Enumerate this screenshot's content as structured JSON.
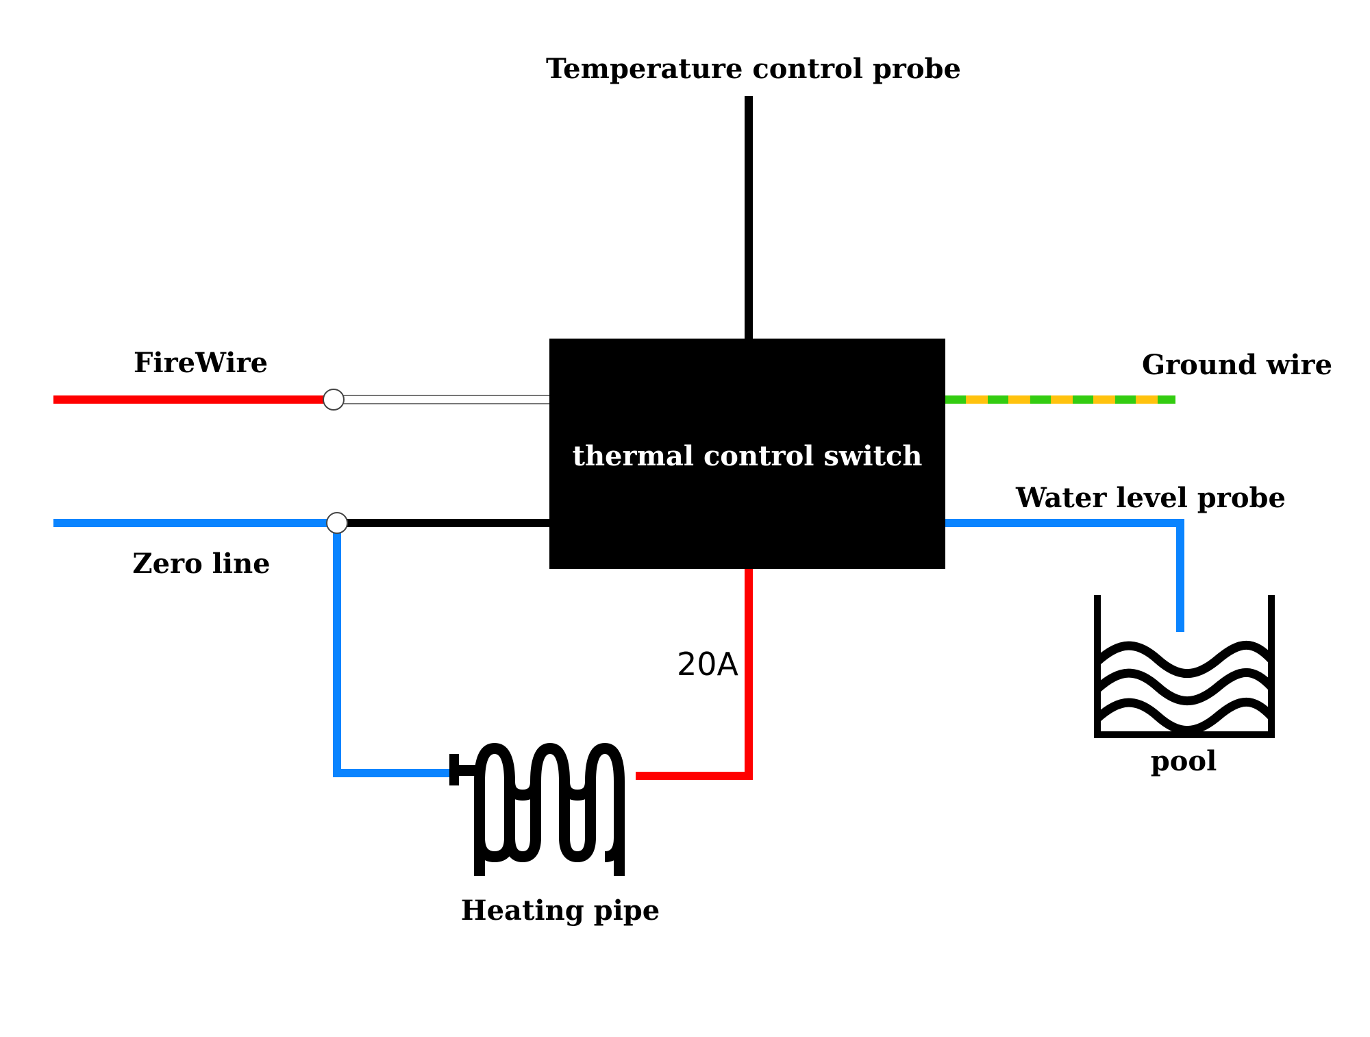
{
  "diagram": {
    "title": "Thermal control switch wiring diagram",
    "labels": {
      "temperature_probe": "Temperature control probe",
      "firewire": "FireWire",
      "zero_line": "Zero line",
      "ground_wire": "Ground wire",
      "switch": "thermal control switch",
      "water_level_probe": "Water level probe",
      "current_rating": "20A",
      "heating_pipe": "Heating pipe",
      "pool": "pool"
    },
    "components": [
      {
        "id": "switch",
        "name": "thermal control switch",
        "type": "box"
      },
      {
        "id": "heater",
        "name": "Heating pipe",
        "type": "radiator-icon"
      },
      {
        "id": "pool",
        "name": "pool",
        "type": "water-tank-icon"
      }
    ],
    "wires": [
      {
        "id": "firewire",
        "label": "FireWire",
        "color": "#ff0000",
        "connects": [
          "source",
          "junction-1"
        ]
      },
      {
        "id": "firewire-internal",
        "label": "",
        "color": "#ffffff",
        "outline": "#777777",
        "connects": [
          "junction-1",
          "switch"
        ]
      },
      {
        "id": "zero-line",
        "label": "Zero line",
        "color": "#0a84ff",
        "connects": [
          "source",
          "junction-2"
        ]
      },
      {
        "id": "zero-switch",
        "label": "",
        "color": "#000000",
        "connects": [
          "junction-2",
          "switch"
        ]
      },
      {
        "id": "zero-heater",
        "label": "",
        "color": "#0a84ff",
        "connects": [
          "junction-2",
          "heater"
        ]
      },
      {
        "id": "heater-out",
        "label": "20A",
        "color": "#ff0000",
        "connects": [
          "switch",
          "heater"
        ]
      },
      {
        "id": "ground",
        "label": "Ground wire",
        "colors": [
          "#33cc11",
          "#ffc20e"
        ],
        "style": "dashed",
        "connects": [
          "switch",
          "ground"
        ]
      },
      {
        "id": "temp-probe",
        "label": "Temperature control probe",
        "color": "#000000",
        "connects": [
          "switch",
          "probe"
        ]
      },
      {
        "id": "water-probe",
        "label": "Water level probe",
        "color": "#0a84ff",
        "connects": [
          "switch",
          "pool"
        ]
      }
    ],
    "colors": {
      "live": "#ff0000",
      "neutral": "#0a84ff",
      "ground_green": "#33cc11",
      "ground_yellow": "#ffc20e",
      "switch_fill": "#000000"
    }
  }
}
